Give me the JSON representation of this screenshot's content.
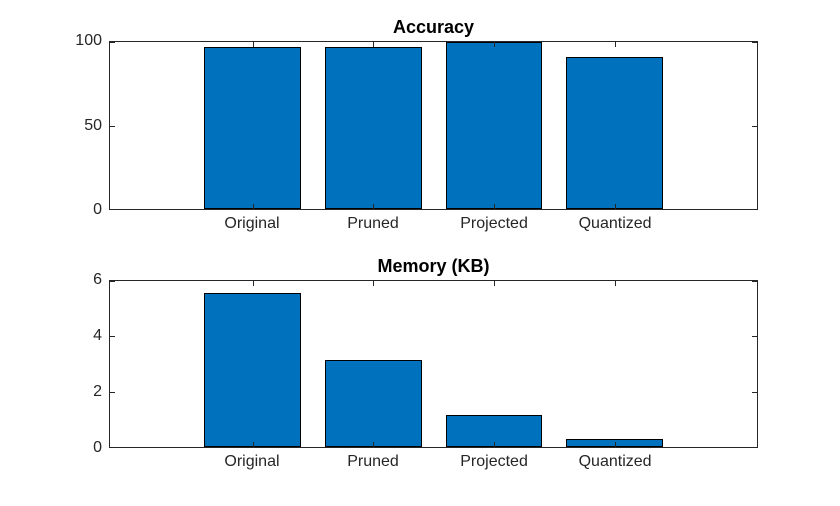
{
  "colors": {
    "background": "#ffffff",
    "bar_fill": "#0072BD",
    "bar_edge": "#000000",
    "axis": "#262626",
    "tick_label_text": "#262626",
    "title_text": "#000000"
  },
  "chart_data": [
    {
      "type": "bar",
      "title": "Accuracy",
      "categories": [
        "Original",
        "Pruned",
        "Projected",
        "Quantized"
      ],
      "values": [
        97,
        97,
        100,
        91
      ],
      "xlabel": "",
      "ylabel": "",
      "ylim": [
        0,
        100
      ],
      "yticks": [
        0,
        50,
        100
      ],
      "grid": false,
      "box": true,
      "legend": false
    },
    {
      "type": "bar",
      "title": "Memory (KB)",
      "categories": [
        "Original",
        "Pruned",
        "Projected",
        "Quantized"
      ],
      "values": [
        5.55,
        3.15,
        1.15,
        0.28
      ],
      "xlabel": "",
      "ylabel": "",
      "ylim": [
        0,
        6
      ],
      "yticks": [
        0,
        2,
        4,
        6
      ],
      "grid": false,
      "box": true,
      "legend": false
    }
  ]
}
